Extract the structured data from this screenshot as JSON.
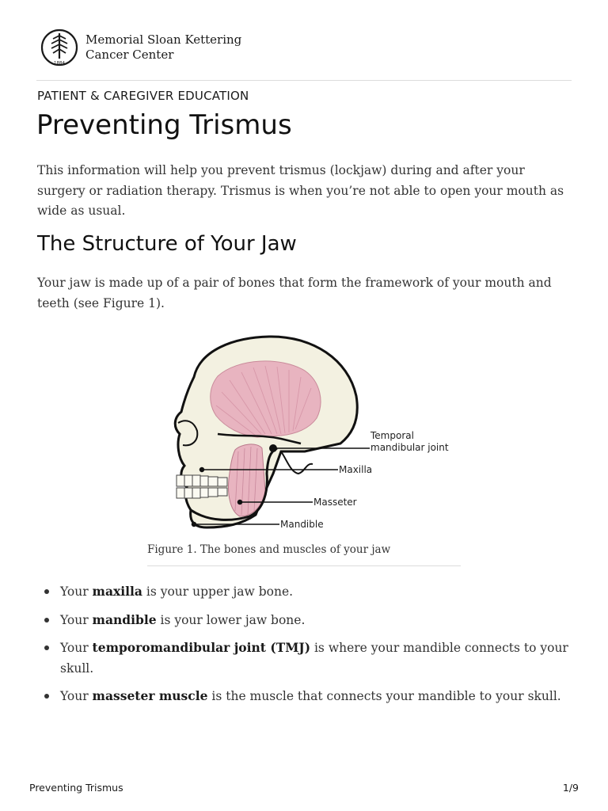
{
  "org": {
    "name_line1": "Memorial Sloan Kettering",
    "name_line2": "Cancer Center",
    "logo_year": "1884"
  },
  "eyebrow": "PATIENT & CAREGIVER EDUCATION",
  "title": "Preventing Trismus",
  "intro": "This information will help you prevent trismus (lockjaw) during and after your surgery or radiation therapy. Trismus is when you’re not able to open your mouth as wide as usual.",
  "section": {
    "heading": "The Structure of Your Jaw",
    "paragraph": "Your jaw is made up of a pair of bones that form the framework of your mouth and teeth (see Figure 1)."
  },
  "figure": {
    "labels": {
      "tmj_line1": "Temporal",
      "tmj_line2": "mandibular joint",
      "maxilla": "Maxilla",
      "masseter": "Masseter",
      "mandible": "Mandible"
    },
    "caption": "Figure 1. The bones and muscles of your jaw"
  },
  "bullets": [
    {
      "pre": "Your ",
      "term": "maxilla",
      "post": " is your upper jaw bone."
    },
    {
      "pre": "Your ",
      "term": "mandible",
      "post": " is your lower jaw bone."
    },
    {
      "pre": "Your ",
      "term": "temporomandibular joint (TMJ)",
      "post": " is where your mandible connects to your skull."
    },
    {
      "pre": "Your ",
      "term": "masseter muscle",
      "post": " is the muscle that connects your mandible to your skull."
    }
  ],
  "footer": {
    "doc_title": "Preventing Trismus",
    "page": "1/9"
  }
}
